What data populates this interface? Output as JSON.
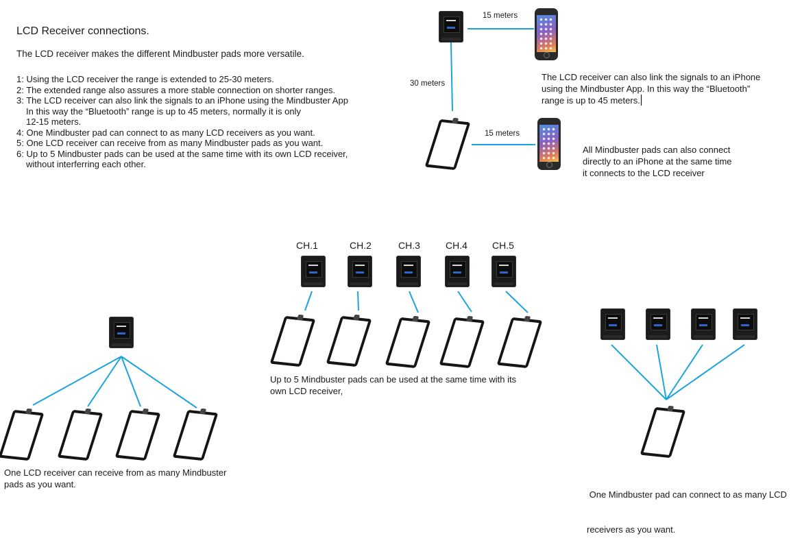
{
  "title": "LCD Receiver connections.",
  "intro": "The LCD receiver makes the different Mindbuster pads more versatile.",
  "points": [
    "1: Using the LCD receiver the range is extended to 25-30 meters.",
    "2: The extended range also assures a more stable connection on shorter ranges.",
    "3: The LCD receiver can also link the signals to an iPhone using the Mindbuster App",
    "In this way the “Bluetooth” range is up to 45 meters, normally it is only",
    "12-15 meters.",
    "4: One Mindbuster pad can connect to as many LCD receivers as you want.",
    "5: One LCD receiver can receive from as many Mindbuster pads as you want.",
    "6: Up to 5 Mindbuster pads can be used at the same time with its own LCD receiver,",
    "without interferring each other."
  ],
  "topDiagram": {
    "label_15_top": "15 meters",
    "label_30": "30 meters",
    "label_15_bottom": "15 meters",
    "iphone_caption": [
      "The LCD receiver can also link the signals to an iPhone",
      "using the Mindbuster App. In this way the “Bluetooth”",
      "range is up to 45 meters."
    ],
    "pad_caption": [
      "All Mindbuster pads can also connect",
      "directly to an iPhone at the same time",
      "it connects to the LCD receiver"
    ]
  },
  "channels": {
    "labels": [
      "CH.1",
      "CH.2",
      "CH.3",
      "CH.4",
      "CH.5"
    ],
    "caption": [
      "Up to 5 Mindbuster pads can be used at the same time with its",
      "own LCD receiver,"
    ]
  },
  "leftDiagram": {
    "caption": [
      "One LCD receiver can receive from as many Mindbuster",
      "pads as you want."
    ]
  },
  "rightDiagram": {
    "caption": [
      " One Mindbuster pad can connect to as many LCD",
      "receivers as you want."
    ]
  },
  "colors": {
    "line": "#1aa3e0",
    "device": "#1b1b1b"
  }
}
